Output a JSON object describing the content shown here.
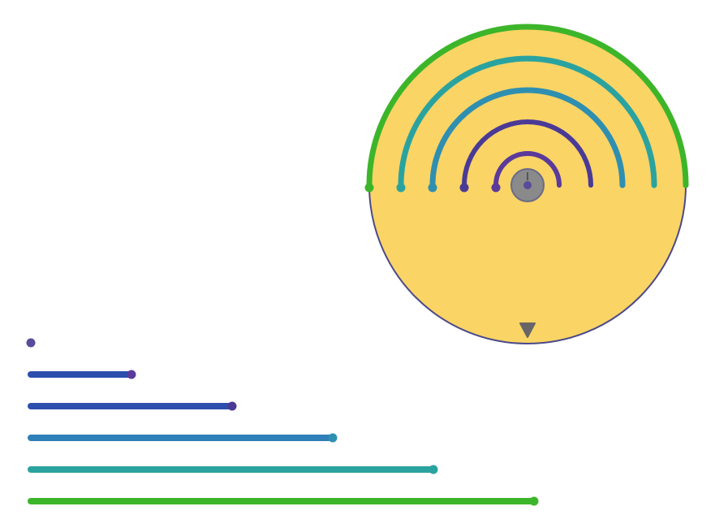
{
  "diagram": {
    "disk_fill": "#fad465",
    "disk_stroke": "#4a4a8a",
    "hub_fill": "#8a8a8a",
    "pointer_color": "#666666",
    "levels": [
      {
        "level": 0,
        "color": "#5a4a9a"
      },
      {
        "level": 1,
        "color": "#5a3a9a"
      },
      {
        "level": 2,
        "color": "#4a3a96"
      },
      {
        "level": 3,
        "color": "#2f8fb0"
      },
      {
        "level": 4,
        "color": "#2aa3a0"
      },
      {
        "level": 5,
        "color": "#3db52a"
      }
    ],
    "bars": [
      {
        "fraction": 0.0,
        "color": "#5a4a9a",
        "end_color": "#5a4a9a"
      },
      {
        "fraction": 0.2,
        "color": "#2c4fae",
        "end_color": "#5a3a9a"
      },
      {
        "fraction": 0.4,
        "color": "#2c4fae",
        "end_color": "#4a3a96"
      },
      {
        "fraction": 0.6,
        "color": "#2f7fb8",
        "end_color": "#2f8fb0"
      },
      {
        "fraction": 0.8,
        "color": "#2aa3a0",
        "end_color": "#2aa3a0"
      },
      {
        "fraction": 1.0,
        "color": "#3db52a",
        "end_color": "#3db52a"
      }
    ]
  }
}
